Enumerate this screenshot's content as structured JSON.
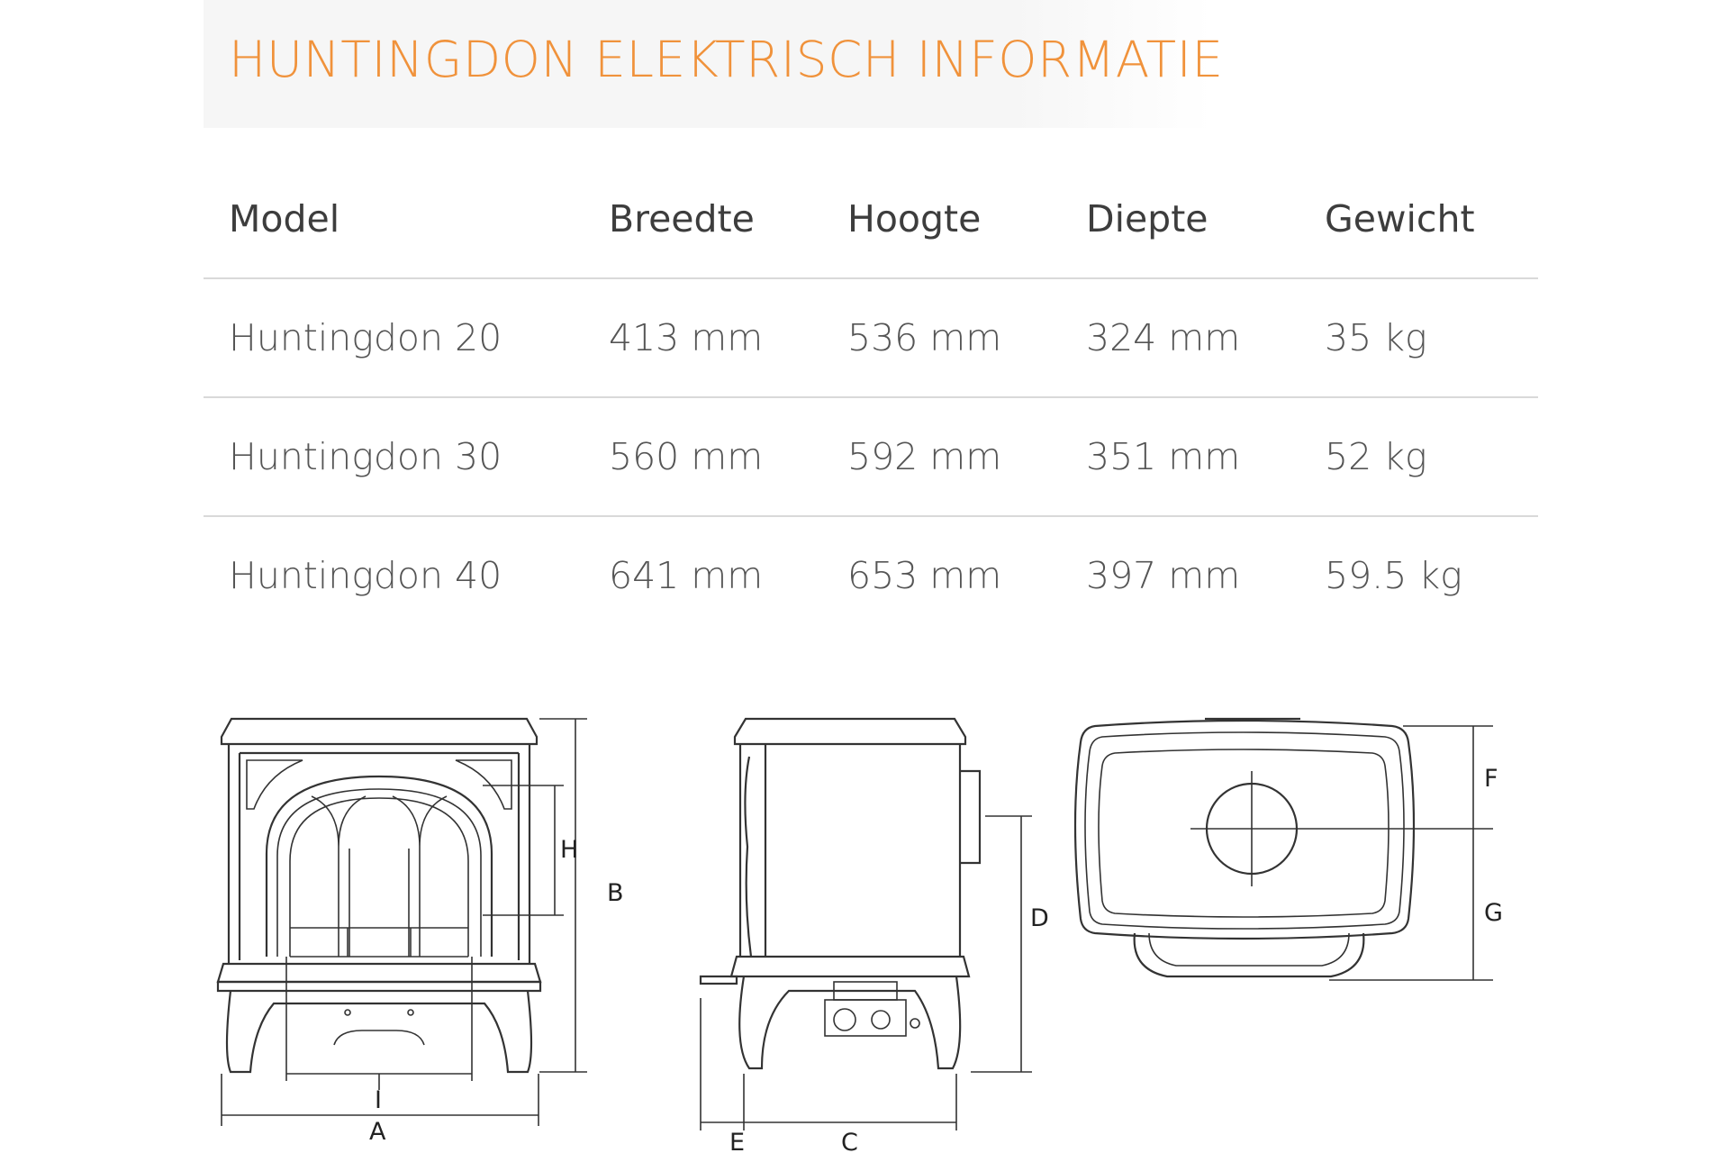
{
  "title": "HUNTINGDON ELEKTRISCH INFORMATIE",
  "table": {
    "headers": [
      "Model",
      "Breedte",
      "Hoogte",
      "Diepte",
      "Gewicht"
    ],
    "rows": [
      [
        "Huntingdon 20",
        "413 mm",
        "536 mm",
        "324 mm",
        "35 kg"
      ],
      [
        "Huntingdon 30",
        "560 mm",
        "592 mm",
        "351 mm",
        "52 kg"
      ],
      [
        "Huntingdon 40",
        "641 mm",
        "653 mm",
        "397 mm",
        "59.5 kg"
      ]
    ]
  },
  "diagram": {
    "labels": {
      "a": "A",
      "b": "B",
      "c": "C",
      "d": "D",
      "e": "E",
      "f": "F",
      "g": "G",
      "h": "H",
      "i": "I"
    }
  },
  "colors": {
    "title": "#f0923b",
    "rule": "#d9d9d9",
    "text": "#555555"
  }
}
